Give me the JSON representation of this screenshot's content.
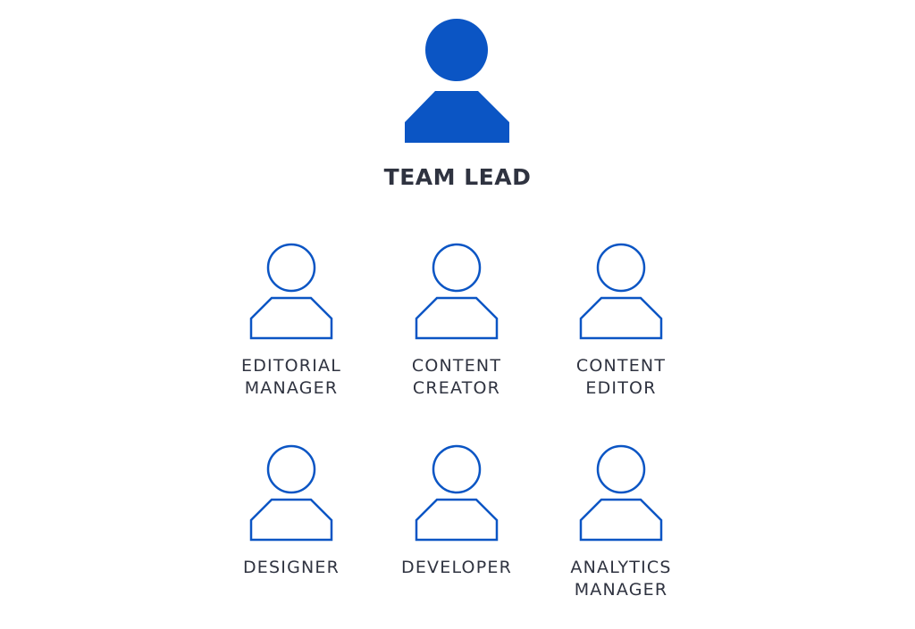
{
  "colors": {
    "accent": "#0b55c4",
    "text": "#2f3340",
    "background": "#ffffff"
  },
  "lead": {
    "label": "TEAM LEAD",
    "icon": "person-filled-icon"
  },
  "members": [
    {
      "line1": "EDITORIAL",
      "line2": "MANAGER",
      "icon": "person-outline-icon"
    },
    {
      "line1": "CONTENT",
      "line2": "CREATOR",
      "icon": "person-outline-icon"
    },
    {
      "line1": "CONTENT",
      "line2": "EDITOR",
      "icon": "person-outline-icon"
    },
    {
      "line1": "DESIGNER",
      "line2": "",
      "icon": "person-outline-icon"
    },
    {
      "line1": "DEVELOPER",
      "line2": "",
      "icon": "person-outline-icon"
    },
    {
      "line1": "ANALYTICS",
      "line2": "MANAGER",
      "icon": "person-outline-icon"
    }
  ]
}
